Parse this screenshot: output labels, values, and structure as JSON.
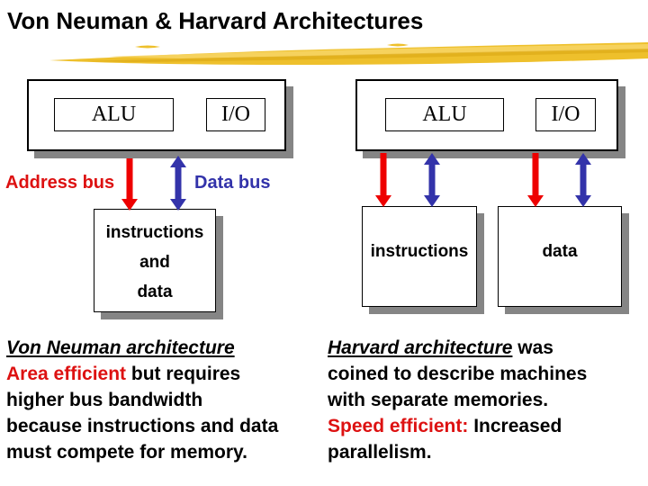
{
  "title": "Von Neuman & Harvard Architectures",
  "colors": {
    "arrow_red": "#ee0000",
    "arrow_blue": "#3333aa",
    "label_red": "#dd1111",
    "label_blue": "#3333aa",
    "text_red": "#dd1111",
    "shadow_gray": "#858585",
    "brush_main": "#eec02c",
    "brush_light": "#f6d463",
    "brush_dark": "#d9a413"
  },
  "von_neumann_diagram": {
    "cpu": {
      "alu_label": "ALU",
      "io_label": "I/O"
    },
    "address_bus_label": "Address bus",
    "data_bus_label": "Data bus",
    "memory": {
      "line1": "instructions",
      "line2": "and",
      "line3": "data"
    }
  },
  "harvard_diagram": {
    "cpu": {
      "alu_label": "ALU",
      "io_label": "I/O"
    },
    "instruction_memory_label": "instructions",
    "data_memory_label": "data"
  },
  "body": {
    "von_neumann": {
      "heading": "Von Neuman architecture",
      "highlight": "Area efficient",
      "after_highlight": " but requires",
      "line3": "higher bus bandwidth",
      "line4": "because instructions and data",
      "line5": "must compete for memory."
    },
    "harvard": {
      "heading": "Harvard architecture",
      "after_heading": " was",
      "line2": "coined to describe machines",
      "line3": "with separate memories.",
      "highlight": "Speed efficient:",
      "after_highlight": " Increased",
      "line5": "parallelism."
    }
  }
}
